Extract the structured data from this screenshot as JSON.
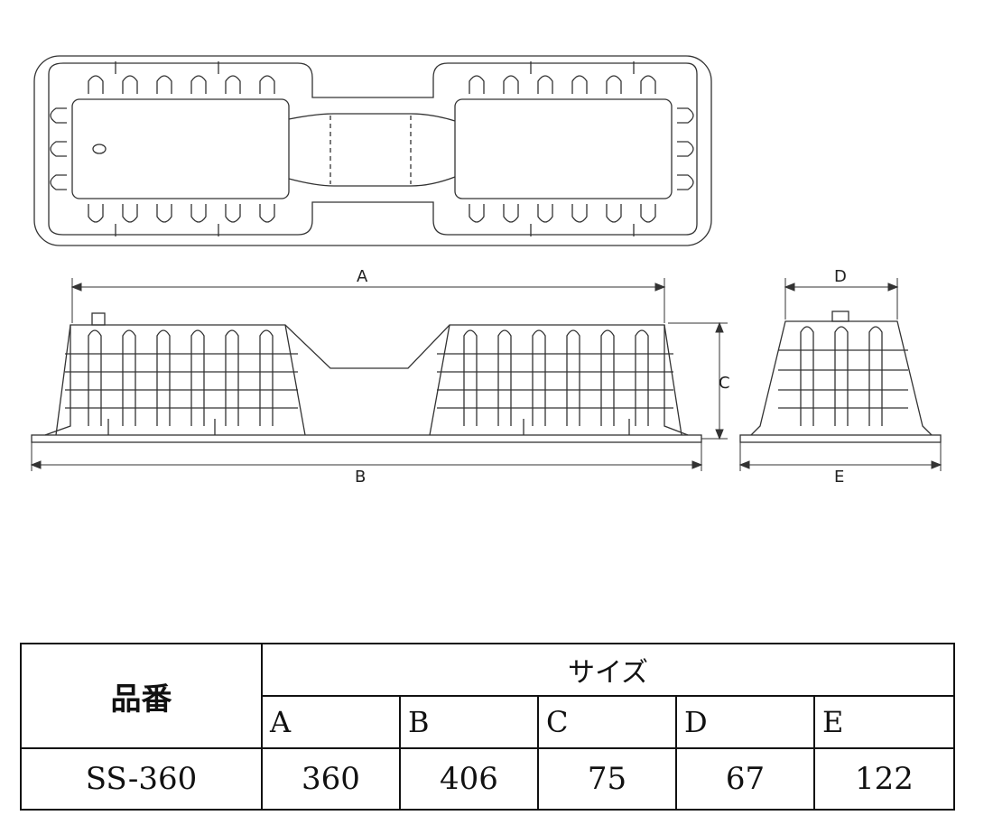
{
  "diagram": {
    "dimension_labels": {
      "a": "A",
      "b": "B",
      "c": "C",
      "d": "D",
      "e": "E"
    }
  },
  "table": {
    "product_header": "品番",
    "size_header": "サイズ",
    "columns": [
      "A",
      "B",
      "C",
      "D",
      "E"
    ],
    "row": {
      "product": "SS-360",
      "values": [
        "360",
        "406",
        "75",
        "67",
        "122"
      ]
    }
  }
}
